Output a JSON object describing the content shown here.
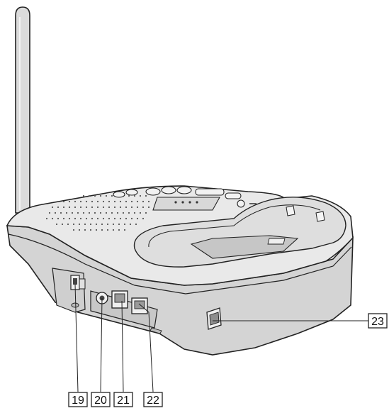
{
  "callouts": [
    {
      "id": "19",
      "label": "19"
    },
    {
      "id": "20",
      "label": "20"
    },
    {
      "id": "21",
      "label": "21"
    },
    {
      "id": "22",
      "label": "22"
    },
    {
      "id": "23",
      "label": "23"
    }
  ],
  "colors": {
    "body_light": "#e6e6e6",
    "body_mid": "#d0d0d0",
    "body_dark": "#b8b8b8",
    "outline": "#222222",
    "speaker_dot": "#555555",
    "background": "#ffffff"
  }
}
